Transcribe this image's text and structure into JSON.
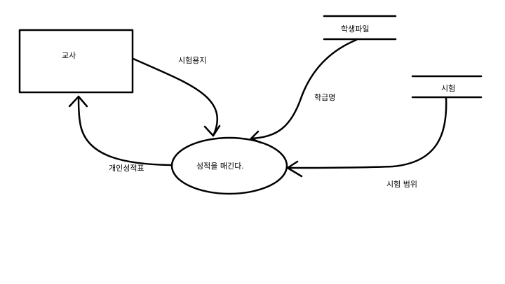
{
  "entity": {
    "label": "교사"
  },
  "process": {
    "label": "성적을 매긴다."
  },
  "stores": [
    {
      "label": "학생파일"
    },
    {
      "label": "시험"
    }
  ],
  "flows": [
    {
      "label": "시험용지"
    },
    {
      "label": "학급명"
    },
    {
      "label": "시험 범위"
    },
    {
      "label": "개인성적표"
    }
  ],
  "colors": {
    "stroke": "#000000",
    "background": "#ffffff"
  }
}
